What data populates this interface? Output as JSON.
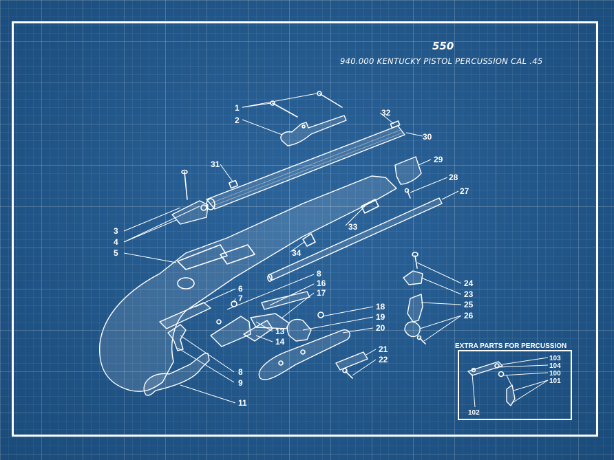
{
  "header": {
    "number": "550",
    "subtitle": "940.000  KENTUCKY PISTOL PERCUSSION CAL .45"
  },
  "extras": {
    "title": "EXTRA PARTS FOR PERCUSSION"
  },
  "callouts": [
    "1",
    "2",
    "3",
    "4",
    "5",
    "6",
    "7",
    "8",
    "9",
    "11",
    "13",
    "14",
    "16",
    "17",
    "18",
    "19",
    "20",
    "21",
    "22",
    "23",
    "24",
    "25",
    "26",
    "27",
    "28",
    "29",
    "30",
    "31",
    "32",
    "33",
    "34"
  ],
  "extra_callouts": [
    "100",
    "101",
    "102",
    "103",
    "104"
  ]
}
